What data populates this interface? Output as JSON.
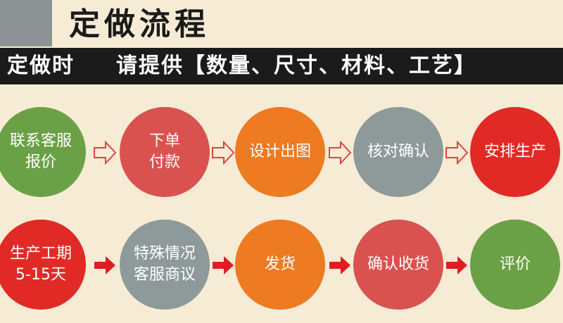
{
  "title": "定做流程",
  "banner": {
    "part1": "定做时",
    "part2": "请提供【数量、尺寸、材料、工艺】"
  },
  "steps_row1": [
    {
      "label": "联系客服\n报价",
      "color": "#6ba146"
    },
    {
      "label": "下单\n付款",
      "color": "#d9524f"
    },
    {
      "label": "设计出图",
      "color": "#ee7a22"
    },
    {
      "label": "核对确认",
      "color": "#8e9a9a"
    },
    {
      "label": "安排生产",
      "color": "#e12a26"
    }
  ],
  "steps_row2": [
    {
      "label": "生产工期\n5-15天",
      "color": "#e12a26"
    },
    {
      "label": "特殊情况\n客服商议",
      "color": "#8e9a9a"
    },
    {
      "label": "发货",
      "color": "#ee7a22"
    },
    {
      "label": "确认收货",
      "color": "#d9524f"
    },
    {
      "label": "评价",
      "color": "#6ba146"
    }
  ],
  "arrow_colors": {
    "outline": "#e0443a",
    "solid": "#e01d22"
  }
}
